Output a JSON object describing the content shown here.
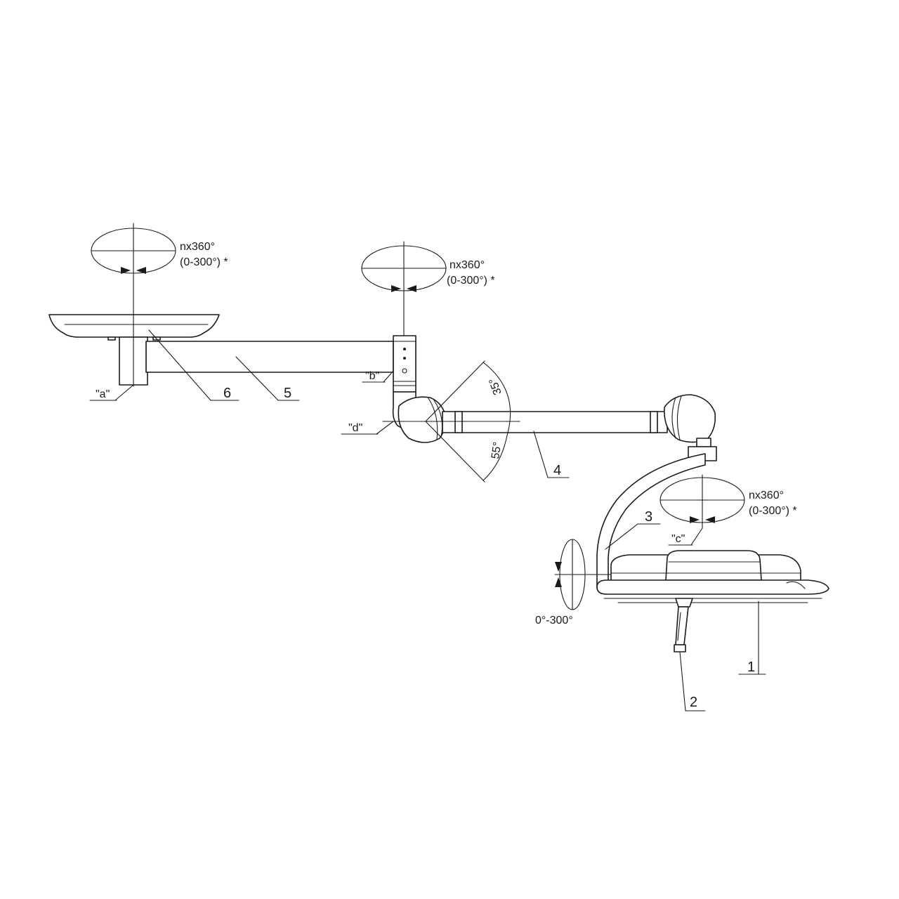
{
  "callouts": {
    "n1": "1",
    "n2": "2",
    "n3": "3",
    "n4": "4",
    "n5": "5",
    "n6": "6",
    "a": "\"a\"",
    "b": "\"b\"",
    "c": "\"c\"",
    "d": "\"d\""
  },
  "rotations": {
    "axis_a_line1": "nx360°",
    "axis_a_line2": "(0-300°) *",
    "axis_b_line1": "nx360°",
    "axis_b_line2": "(0-300°) *",
    "axis_c_line1": "nx360°",
    "axis_c_line2": "(0-300°) *",
    "tilt_head": "0°-300°"
  },
  "angles": {
    "up": "35°",
    "down": "55°"
  },
  "colors": {
    "line": "#1a1a1a",
    "background": "#ffffff"
  }
}
